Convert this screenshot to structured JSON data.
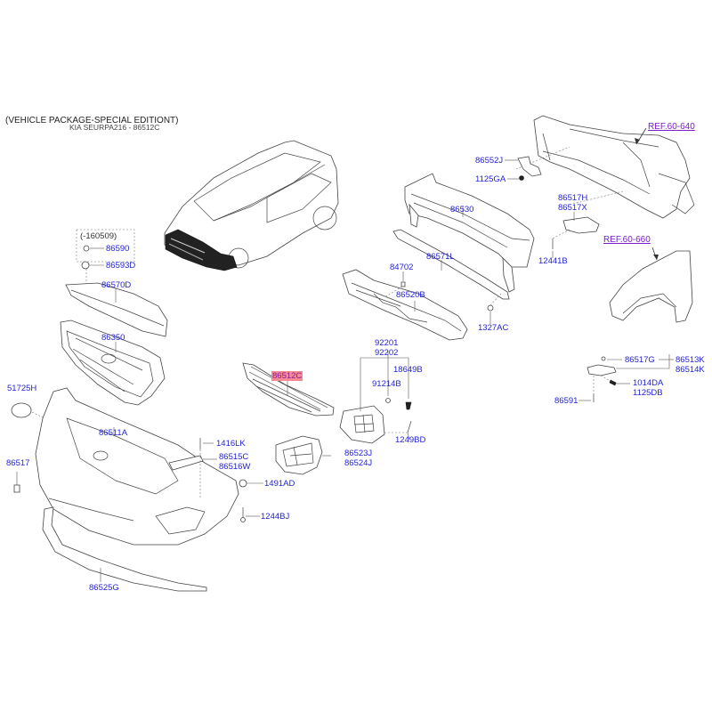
{
  "header": {
    "title": "(VEHICLE PACKAGE-SPECIAL EDITIONT)",
    "subtitle": "KIA SEURPA216 - 86512C"
  },
  "highlight_color": "#f58a94",
  "label_color": "#2323d8",
  "ref_color": "#7a1fc7",
  "references": {
    "ref1": "REF.60-640",
    "ref2": "REF.60-660"
  },
  "notes": {
    "date_range": "(-160509)"
  },
  "parts": {
    "p86590": "86590",
    "p86593D": "86593D",
    "p86570D": "86570D",
    "p86350": "86350",
    "p51725H": "51725H",
    "p86511A": "86511A",
    "p86517": "86517",
    "p1416LK": "1416LK",
    "p86515C": "86515C",
    "p86516W": "86516W",
    "p1491AD": "1491AD",
    "p1244BJ": "1244BJ",
    "p86525G": "86525G",
    "p86512C": "86512C",
    "p92201": "92201",
    "p92202": "92202",
    "p18649B": "18649B",
    "p91214B": "91214B",
    "p1249BD": "1249BD",
    "p86523J": "86523J",
    "p86524J": "86524J",
    "p84702": "84702",
    "p86520B": "86520B",
    "p86571L": "86571L",
    "p86530": "86530",
    "p1327AC": "1327AC",
    "p86552J": "86552J",
    "p1125GA": "1125GA",
    "p86517H": "86517H",
    "p86517X": "86517X",
    "p12441B": "12441B",
    "p86517G": "86517G",
    "p86513K": "86513K",
    "p86514K": "86514K",
    "p1014DA": "1014DA",
    "p1125DB": "1125DB",
    "p86591": "86591"
  }
}
